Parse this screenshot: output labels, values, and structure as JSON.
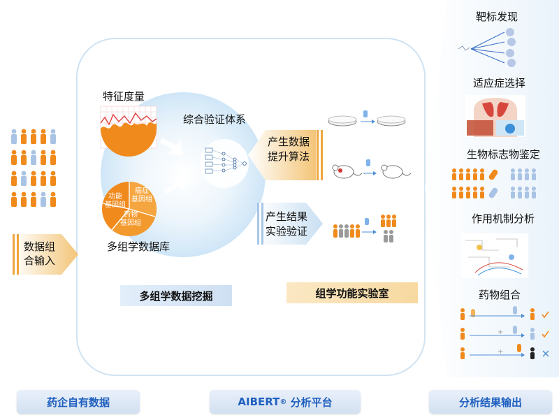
{
  "left": {
    "input_line1": "数据组",
    "input_line2": "合输入"
  },
  "platform": {
    "feature": "特征度量",
    "validation": "综合验证体系",
    "multiomics_db": "多组学数据库",
    "pie_labels": {
      "functional_1": "功能",
      "functional_2": "基因组",
      "cancer_1": "癌症",
      "cancer_2": "基因组",
      "drug_1": "药物",
      "drug_2": "基因组"
    },
    "mining_label": "多组学数据挖掘",
    "data_algo_1": "产生数据",
    "data_algo_2": "提升算法",
    "result_1": "产生结果",
    "result_2": "实验验证",
    "lab_label": "组学功能实验室"
  },
  "right": {
    "target": "靶标发现",
    "indication": "适应症选择",
    "biomarker": "生物标志物鉴定",
    "mechanism": "作用机制分析",
    "combination": "药物组合"
  },
  "bottom": {
    "left": "药企自有数据",
    "middle_main": "AIBERT",
    "middle_sup": "®",
    "middle_rest": " 分析平台",
    "right": "分析结果输出"
  },
  "colors": {
    "accent_blue": "#1f5fbf",
    "orange": "#f08a1c",
    "light_blue_person": "#a9c3e4",
    "platform_border": "#cfe3f3",
    "circle_blue": "#cfe6f7"
  }
}
